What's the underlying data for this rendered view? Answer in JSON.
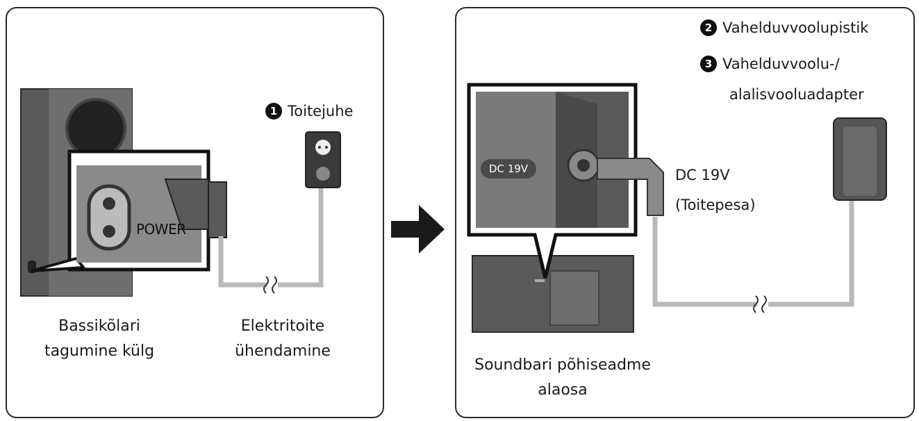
{
  "left_panel": {
    "cord_label": "Toitejuhe",
    "cord_number": "1",
    "power_port_label": "POWER",
    "caption_subwoofer": [
      "Bassikõlari",
      "tagumine külg"
    ],
    "caption_power": [
      "Elektritoite",
      "ühendamine"
    ]
  },
  "right_panel": {
    "plug_number": "2",
    "plug_label": "Vahelduvvoolupistik",
    "adapter_number": "3",
    "adapter_label": [
      "Vahelduvvoolu-/",
      "alalisvooluadapter"
    ],
    "dc_tag": "DC 19V",
    "jack_label": [
      "DC 19V",
      "(Toitepesa)"
    ],
    "caption_soundbar": [
      "Soundbari põhiseadme",
      "alaosa"
    ]
  },
  "colors": {
    "outline": "#2a2a2a",
    "device_dark": "#3d3d3d",
    "device_mid": "#6e6e6e",
    "device_light": "#9a9a9a",
    "cable": "#b9b9b9"
  }
}
